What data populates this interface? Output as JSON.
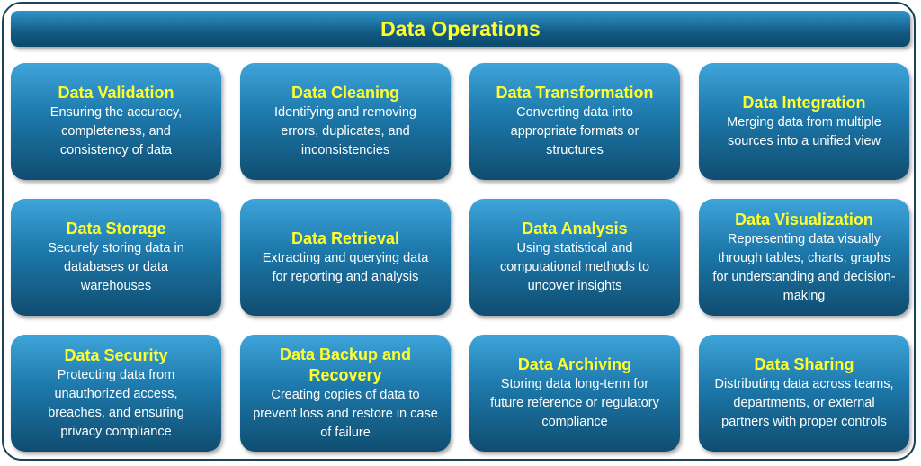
{
  "title": "Data Operations",
  "colors": {
    "title_text": "#ffff2e",
    "box_top": "#3ea4da",
    "box_bottom": "#0f4d70",
    "border": "#1b4257"
  },
  "items": [
    {
      "title": "Data Validation",
      "desc": "Ensuring the accuracy, completeness, and consistency of data"
    },
    {
      "title": "Data Cleaning",
      "desc": "Identifying and removing errors, duplicates, and inconsistencies"
    },
    {
      "title": "Data Transformation",
      "desc": "Converting data into appropriate formats or structures"
    },
    {
      "title": "Data Integration",
      "desc": "Merging data from multiple sources into a unified view"
    },
    {
      "title": "Data Storage",
      "desc": "Securely storing data in databases or data warehouses"
    },
    {
      "title": "Data Retrieval",
      "desc": "Extracting and querying data for reporting and analysis"
    },
    {
      "title": "Data Analysis",
      "desc": "Using statistical and computational methods to uncover insights"
    },
    {
      "title": "Data Visualization",
      "desc": "Representing data visually through tables, charts, graphs for understanding and decision-making"
    },
    {
      "title": "Data Security",
      "desc": "Protecting data from unauthorized access, breaches, and ensuring privacy compliance"
    },
    {
      "title": "Data Backup and Recovery",
      "desc": "Creating copies of data to prevent loss and restore in case of failure"
    },
    {
      "title": "Data Archiving",
      "desc": "Storing data long-term for future reference or regulatory compliance"
    },
    {
      "title": "Data Sharing",
      "desc": "Distributing data across teams, departments, or external partners with proper controls"
    }
  ]
}
